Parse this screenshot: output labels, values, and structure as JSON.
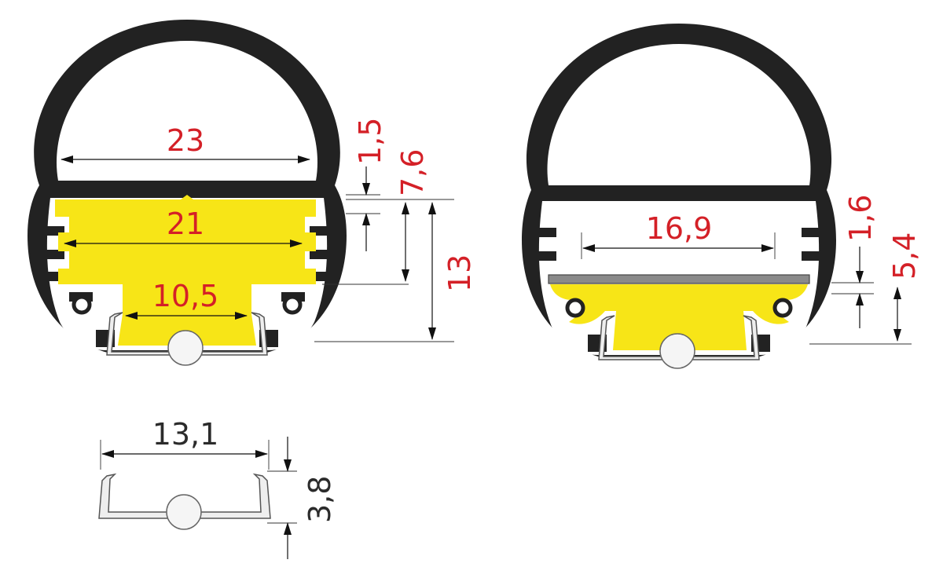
{
  "profile_left": {
    "dims": {
      "inner_width": "23",
      "wall_thickness": "1,5",
      "depth_upper": "7,6",
      "insert_width": "21",
      "total_depth": "13",
      "channel_width": "10,5"
    }
  },
  "profile_right": {
    "dims": {
      "insert_width": "16,9",
      "cover_thickness": "1,6",
      "depth_lower": "5,4"
    }
  },
  "clip": {
    "dims": {
      "width": "13,1",
      "height": "3,8"
    }
  },
  "colors": {
    "profile": "#222222",
    "insert": "#f7e517",
    "dimension_text": "#d42027",
    "clip_dimension_text": "#2b2b2b",
    "diffuser_bar": "#8a8a8a",
    "clip_fill": "#eeeeee"
  }
}
